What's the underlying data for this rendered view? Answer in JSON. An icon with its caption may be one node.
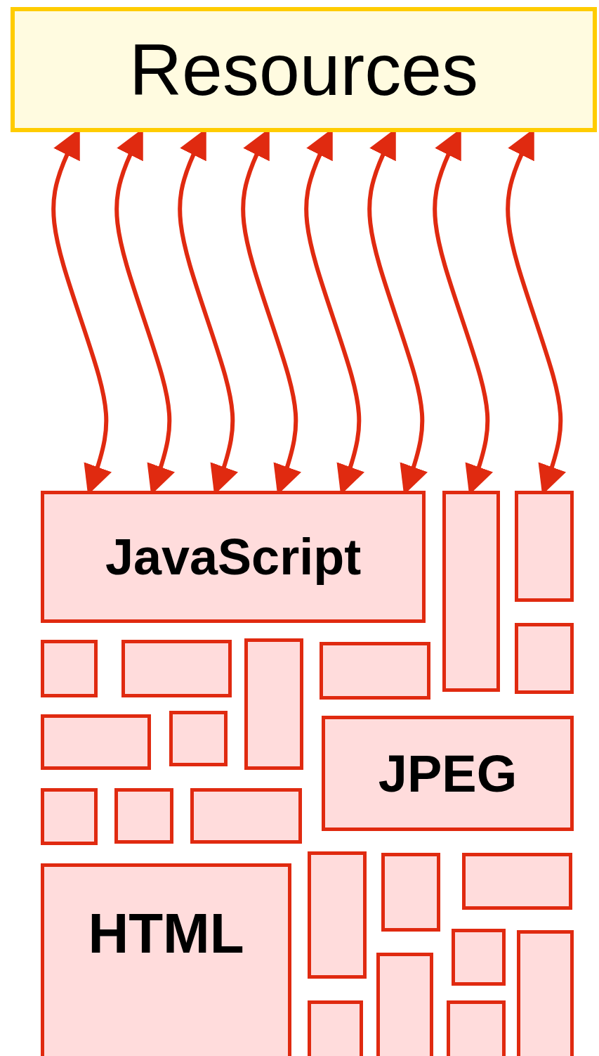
{
  "diagram": {
    "nodes": [
      {
        "text": [
          "Resources"
        ]
      },
      {
        "text": [
          "JavaScript"
        ]
      },
      {
        "text": [],
        "shape": "box"
      },
      {
        "text": [],
        "shape": "box"
      },
      {
        "text": [],
        "shape": "box"
      },
      {
        "text": [],
        "shape": "box"
      },
      {
        "text": [],
        "shape": "box"
      },
      {
        "text": [],
        "shape": "box"
      },
      {
        "text": [],
        "shape": "box"
      },
      {
        "text": [],
        "shape": "box"
      },
      {
        "text": [],
        "shape": "box"
      },
      {
        "text": [
          "JPEG"
        ]
      },
      {
        "text": [],
        "shape": "box"
      },
      {
        "text": [],
        "shape": "box"
      },
      {
        "text": [],
        "shape": "box"
      },
      {
        "text": [],
        "shape": "box"
      },
      {
        "text": [],
        "shape": "box"
      },
      {
        "text": [],
        "shape": "box"
      },
      {
        "text": [
          "HTML"
        ]
      },
      {
        "text": [],
        "shape": "box"
      },
      {
        "text": [],
        "shape": "box"
      },
      {
        "text": [],
        "shape": "box"
      },
      {
        "text": [],
        "shape": "box"
      },
      {
        "text": [],
        "shape": "box"
      }
    ],
    "edges": [
      {
        "from": 0,
        "to": 1,
        "arrow": "both"
      },
      {
        "from": 0,
        "to": 1,
        "arrow": "both"
      },
      {
        "from": 0,
        "to": 1,
        "arrow": "both"
      },
      {
        "from": 0,
        "to": 1,
        "arrow": "both"
      },
      {
        "from": 0,
        "to": 1,
        "arrow": "both"
      },
      {
        "from": 0,
        "to": 1,
        "arrow": "both"
      },
      {
        "from": 0,
        "to": 2,
        "arrow": "both"
      },
      {
        "from": 0,
        "to": 3,
        "arrow": "both"
      }
    ]
  }
}
